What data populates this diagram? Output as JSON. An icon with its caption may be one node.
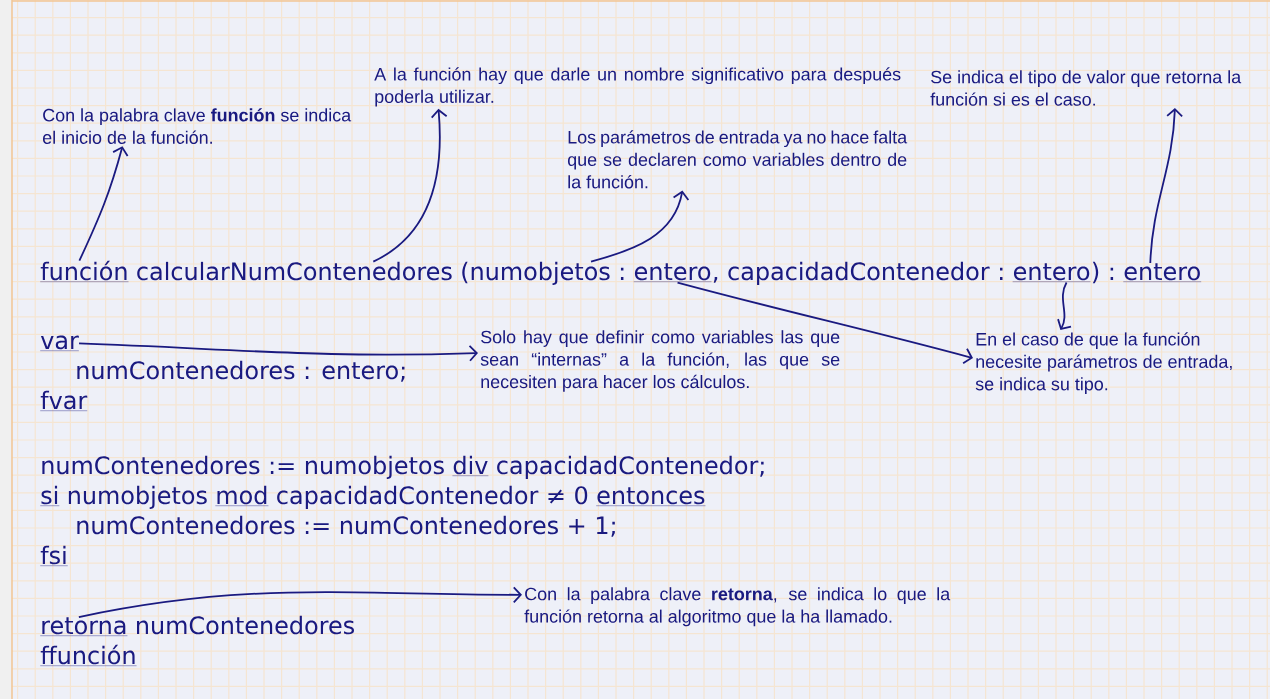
{
  "diagram": {
    "nodes": [
      {
        "text": [
          "A la función hay que darle un nombre significativo para después poderla utilizar."
        ]
      },
      {
        "text": [
          "Se indica el tipo de valor que retorna la función si es el caso."
        ]
      },
      {
        "text": [
          "Con la palabra clave **función** se indica el inicio de la función."
        ]
      },
      {
        "text": [
          "Los parámetros de entrada ya no hace falta que se declaren como variables dentro de la función."
        ]
      },
      {
        "text": [
          "función"
        ]
      },
      {
        "text": [
          "calcularNumContenedores"
        ]
      },
      {
        "text": [
          "(numobjetos"
        ]
      },
      {
        "text": [
          "entero"
        ]
      },
      {
        "text": [
          "entero"
        ]
      },
      {
        "text": [
          "entero"
        ]
      },
      {
        "text": [
          "var"
        ]
      },
      {
        "text": [
          "Solo hay que definir como variables las que sean “internas” a la función, las que se necesiten para hacer los cálculos."
        ]
      },
      {
        "text": [
          "En el caso de que la función necesite parámetros de entrada, se indica su tipo."
        ]
      },
      {
        "text": [
          "retorna"
        ]
      },
      {
        "text": [
          "Con la palabra clave **retorna**, se indica lo que la función retorna al algoritmo que la ha llamado."
        ]
      }
    ],
    "edges": [
      {
        "from": 4,
        "to": 2,
        "arrow": "to"
      },
      {
        "from": 5,
        "to": 0,
        "arrow": "to"
      },
      {
        "from": 6,
        "to": 3,
        "arrow": "to"
      },
      {
        "from": 9,
        "to": 1,
        "arrow": "to"
      },
      {
        "from": 7,
        "to": 12,
        "arrow": "to"
      },
      {
        "from": 8,
        "to": 12,
        "arrow": "to"
      },
      {
        "from": 10,
        "to": 11,
        "arrow": "to"
      },
      {
        "from": 13,
        "to": 14,
        "arrow": "to"
      }
    ],
    "labels": [
      ":",
      ", capacidadContenedor :",
      ") :",
      "numContenedores : entero;",
      "fvar",
      "numContenedores := numobjetos",
      "div",
      "capacidadContenedor;",
      "si",
      "numobjetos",
      "mod",
      "capacidadContenedor ≠ 0",
      "entonces",
      "numContenedores := numContenedores + 1;",
      "fsi",
      "numContenedores",
      "ffunción"
    ]
  }
}
